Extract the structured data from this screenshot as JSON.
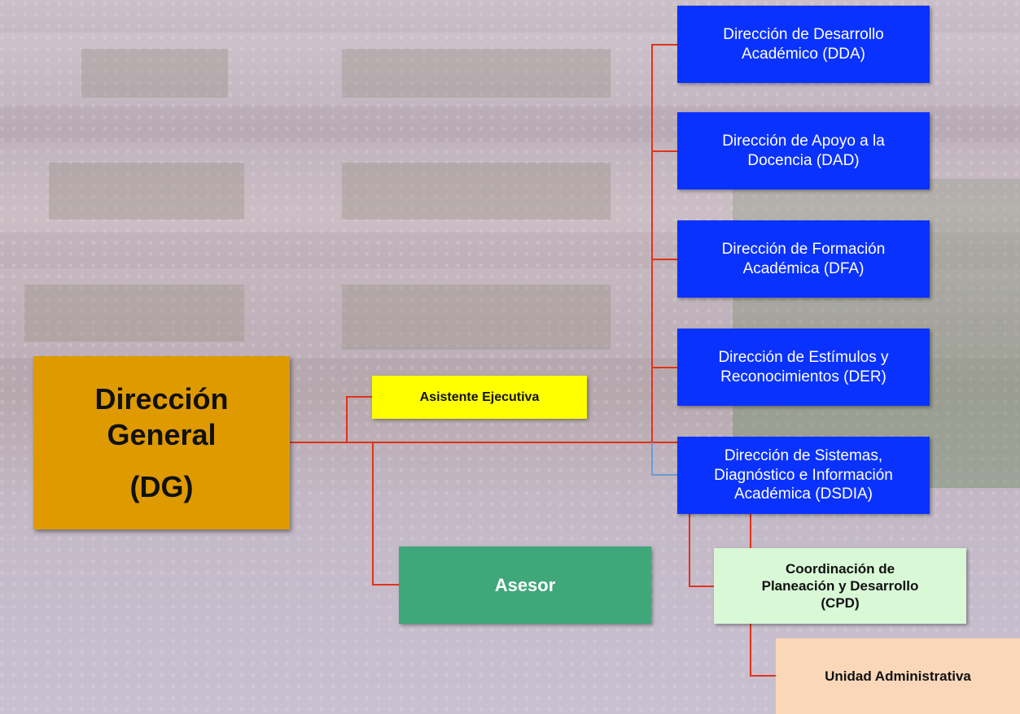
{
  "chart_data": {
    "type": "org-chart",
    "root": "dg",
    "nodes": [
      {
        "id": "dg",
        "lines": [
          "Dirección",
          "General"
        ],
        "abbr": "(DG)"
      },
      {
        "id": "asistente",
        "lines": [
          "Asistente Ejecutiva"
        ]
      },
      {
        "id": "asesor",
        "lines": [
          "Asesor"
        ]
      },
      {
        "id": "dda",
        "lines": [
          "Dirección de Desarrollo",
          "Académico (DDA)"
        ]
      },
      {
        "id": "dad",
        "lines": [
          "Dirección de Apoyo a la",
          "Docencia (DAD)"
        ]
      },
      {
        "id": "dfa",
        "lines": [
          "Dirección de Formación",
          "Académica (DFA)"
        ]
      },
      {
        "id": "der",
        "lines": [
          "Dirección de Estímulos y",
          "Reconocimientos (DER)"
        ]
      },
      {
        "id": "dsdia",
        "lines": [
          "Dirección de Sistemas,",
          "Diagnóstico e Información",
          "Académica (DSDIA)"
        ]
      },
      {
        "id": "cpd",
        "lines": [
          "Coordinación de",
          "Planeación y Desarrollo",
          "(CPD)"
        ]
      },
      {
        "id": "ua",
        "lines": [
          "Unidad Administrativa"
        ]
      }
    ],
    "edges": [
      [
        "dg",
        "asistente"
      ],
      [
        "dg",
        "asesor"
      ],
      [
        "dg",
        "dda"
      ],
      [
        "dg",
        "dad"
      ],
      [
        "dg",
        "dfa"
      ],
      [
        "dg",
        "der"
      ],
      [
        "dg",
        "dsdia"
      ],
      [
        "dsdia",
        "cpd"
      ],
      [
        "cpd",
        "ua"
      ]
    ],
    "colors": {
      "connector": "#e0331a",
      "direccion": "#0a32ff",
      "dg": "#df9a00",
      "asistente": "#ffff00",
      "asesor": "#3fa77a",
      "cpd": "#d8f8d6",
      "ua": "#fbd7b9"
    }
  }
}
